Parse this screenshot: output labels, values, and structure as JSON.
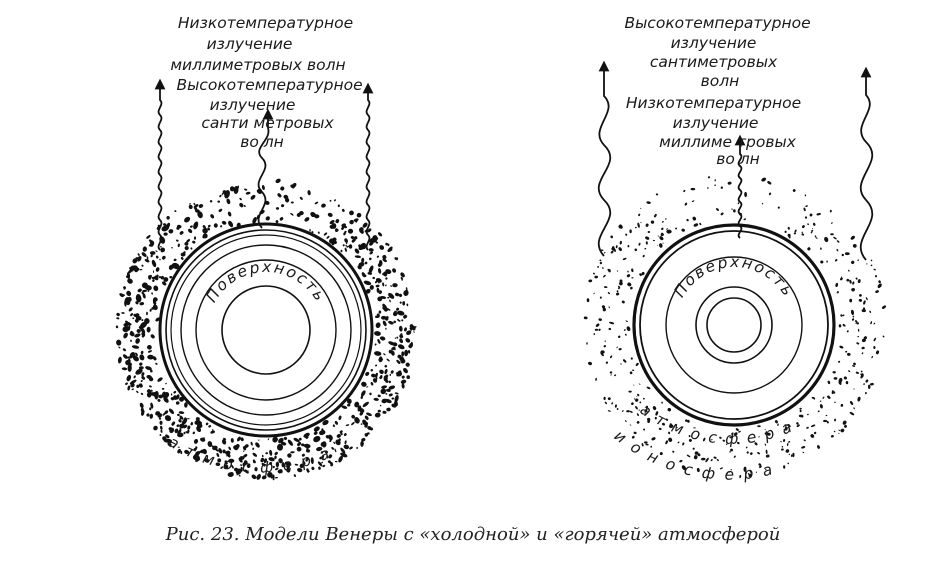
{
  "left_model": {
    "label_low": [
      "Низкотемпературное",
      "излучение",
      "миллиметровых волн"
    ],
    "label_high": [
      "Высокотемпературное",
      "излучение",
      "санти  метровых",
      "во  лн"
    ],
    "surface": "Поверхность",
    "atmosphere": "атмосфера"
  },
  "right_model": {
    "label_high": [
      "Высокотемпературное",
      "излучение",
      "сантиметровых",
      "волн"
    ],
    "label_low": [
      "Низкотемпературное",
      "излучение",
      "миллиме  тровых",
      "во  лн"
    ],
    "surface": "Поверхность",
    "atmosphere": "атмосфера",
    "ionosphere": "ионосфера"
  },
  "caption": "Рис. 23. Модели Венеры с «холодной» и «горячей» атмосферой"
}
